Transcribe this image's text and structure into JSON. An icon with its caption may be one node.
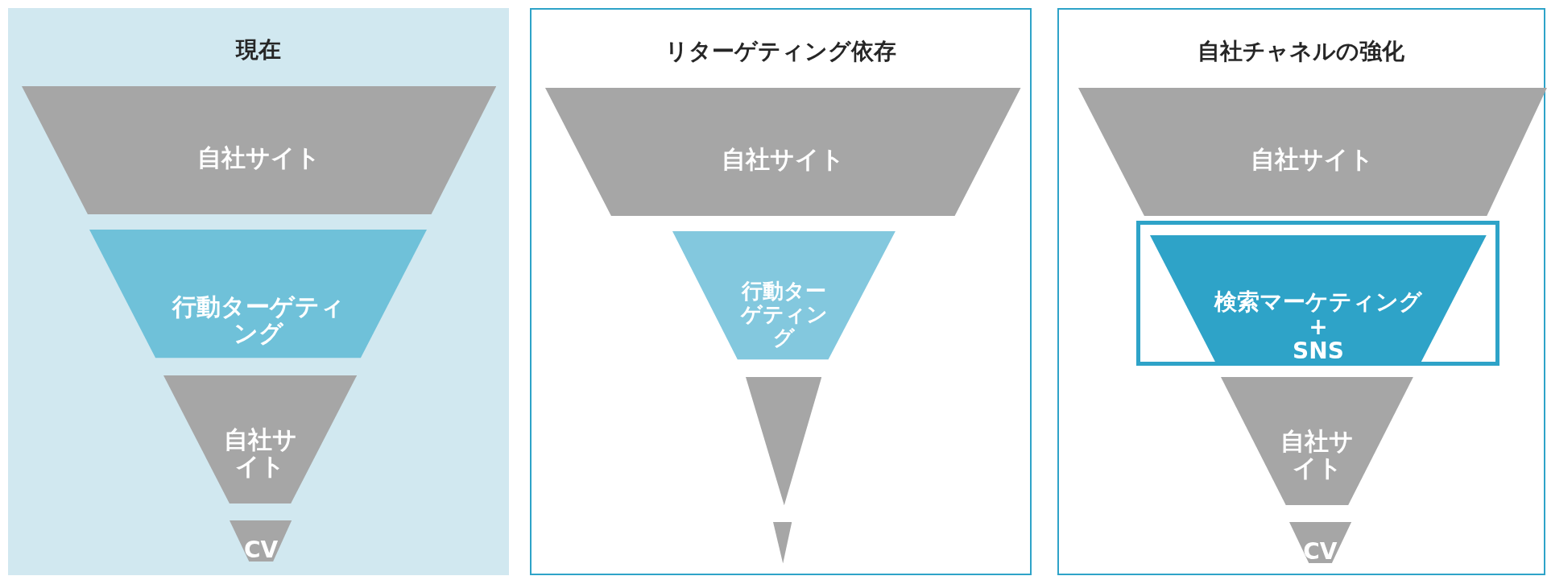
{
  "diagram": {
    "nodes": [
      {
        "text": [
          "現在"
        ]
      },
      {
        "text": [
          "自社サイト"
        ],
        "in": 0
      },
      {
        "text": [
          "行動ターゲティング"
        ],
        "in": 0
      },
      {
        "text": [
          "自社サイト"
        ],
        "in": 0
      },
      {
        "text": [
          "CV"
        ],
        "in": 0
      },
      {
        "text": [
          "リターゲティング依存"
        ]
      },
      {
        "text": [
          "自社サイト"
        ],
        "in": 5
      },
      {
        "text": [
          "行動ターゲティング"
        ],
        "in": 5
      },
      {
        "text": [],
        "shape": "triangle",
        "in": 5
      },
      {
        "text": [],
        "shape": "triangle",
        "in": 5
      },
      {
        "text": [
          "自社チャネルの強化"
        ]
      },
      {
        "text": [
          "自社サイト"
        ],
        "in": 10
      },
      {
        "text": [],
        "shape": "box",
        "in": 10
      },
      {
        "text": [
          "検索マーケティング + SNS"
        ],
        "in": 12
      },
      {
        "text": [
          "自社サイト"
        ],
        "in": 10
      },
      {
        "text": [
          "CV"
        ],
        "in": 10
      }
    ]
  }
}
